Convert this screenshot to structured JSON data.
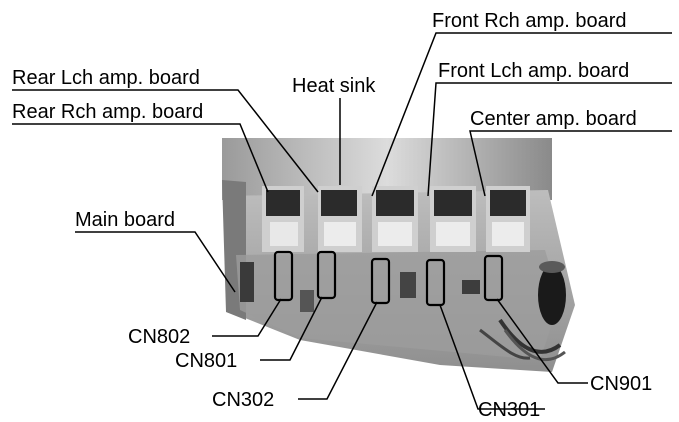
{
  "labels": {
    "front_rch": "Front Rch amp. board",
    "front_lch": "Front Lch amp. board",
    "rear_lch": "Rear Lch amp. board",
    "rear_rch": "Rear Rch amp. board",
    "heat_sink": "Heat sink",
    "center": "Center amp. board",
    "main_board": "Main board",
    "cn802": "CN802",
    "cn801": "CN801",
    "cn302": "CN302",
    "cn301": "CN301",
    "cn901": "CN901"
  }
}
